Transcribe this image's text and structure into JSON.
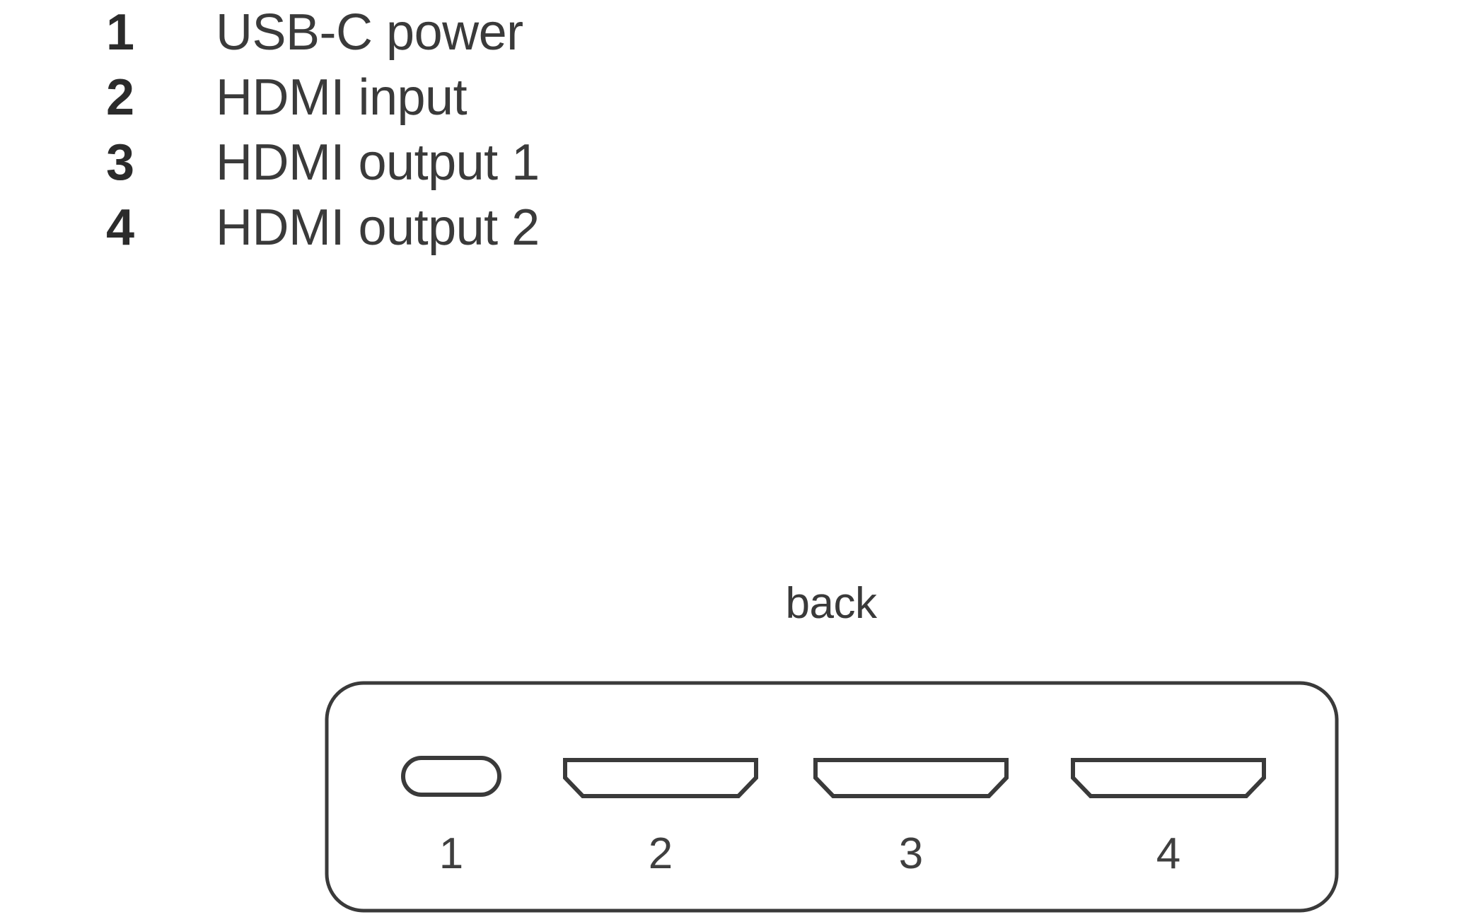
{
  "legend": {
    "items": [
      {
        "number": "1",
        "label": "USB-C power"
      },
      {
        "number": "2",
        "label": "HDMI input"
      },
      {
        "number": "3",
        "label": "HDMI output 1"
      },
      {
        "number": "4",
        "label": "HDMI output 2"
      }
    ]
  },
  "device": {
    "caption": "back",
    "ports": [
      {
        "number": "1",
        "type": "usb-c"
      },
      {
        "number": "2",
        "type": "hdmi"
      },
      {
        "number": "3",
        "type": "hdmi"
      },
      {
        "number": "4",
        "type": "hdmi"
      }
    ]
  },
  "colors": {
    "stroke": "#3a3a3a",
    "text": "#3a3a3a",
    "number_bold": "#2b2b2b",
    "background": "#ffffff"
  }
}
